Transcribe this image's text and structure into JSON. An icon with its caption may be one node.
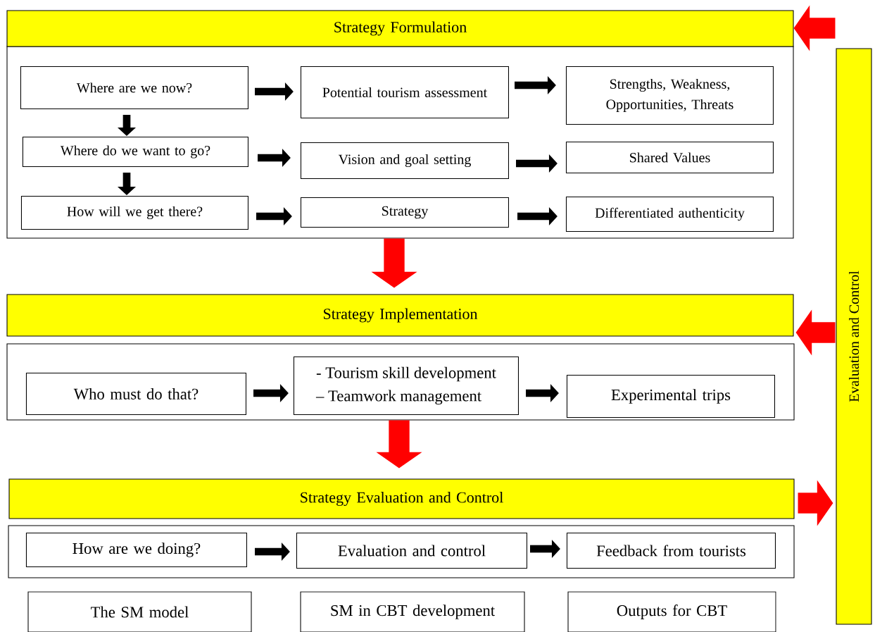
{
  "diagram": {
    "nodes": [
      {
        "text": [
          "Strategy Formulation"
        ]
      },
      {
        "text": [
          "Where are we now?"
        ],
        "in": 22
      },
      {
        "text": [
          "Potential tourism assessment"
        ],
        "in": 22
      },
      {
        "text": [
          "Strengths, Weakness, Opportunities, Threats"
        ],
        "in": 22
      },
      {
        "text": [
          "Where do we want to go?"
        ],
        "in": 22
      },
      {
        "text": [
          "Vision and goal setting"
        ],
        "in": 22
      },
      {
        "text": [
          "Shared Values"
        ],
        "in": 22
      },
      {
        "text": [
          "How will we get there?"
        ],
        "in": 22
      },
      {
        "text": [
          "Strategy"
        ],
        "in": 22
      },
      {
        "text": [
          "Differentiated authenticity"
        ],
        "in": 22
      },
      {
        "text": [
          "Strategy Implementation"
        ]
      },
      {
        "text": [
          "Who must do that?"
        ],
        "in": 23
      },
      {
        "text": [
          "- Tourism skill development",
          "– Teamwork management"
        ],
        "in": 23
      },
      {
        "text": [
          "Experimental trips"
        ],
        "in": 23
      },
      {
        "text": [
          "Strategy Evaluation and Control"
        ]
      },
      {
        "text": [
          "How are we doing?"
        ],
        "in": 24
      },
      {
        "text": [
          "Evaluation and control"
        ],
        "in": 24
      },
      {
        "text": [
          "Feedback from tourists"
        ],
        "in": 24
      },
      {
        "text": [
          "The SM model"
        ]
      },
      {
        "text": [
          "SM in CBT development"
        ]
      },
      {
        "text": [
          "Outputs for CBT"
        ]
      },
      {
        "text": [
          "Evaluation and Control"
        ]
      },
      {
        "text": [],
        "shape": "box"
      },
      {
        "text": [],
        "shape": "box"
      },
      {
        "text": [],
        "shape": "box"
      }
    ],
    "edges": [
      {
        "from": 1,
        "to": 2,
        "arrow": "to"
      },
      {
        "from": 2,
        "to": 3,
        "arrow": "to"
      },
      {
        "from": 1,
        "to": 4,
        "arrow": "to"
      },
      {
        "from": 4,
        "to": 5,
        "arrow": "to"
      },
      {
        "from": 5,
        "to": 6,
        "arrow": "to"
      },
      {
        "from": 4,
        "to": 7,
        "arrow": "to"
      },
      {
        "from": 7,
        "to": 8,
        "arrow": "to"
      },
      {
        "from": 8,
        "to": 9,
        "arrow": "to"
      },
      {
        "from": 11,
        "to": 12,
        "arrow": "to"
      },
      {
        "from": 12,
        "to": 13,
        "arrow": "to"
      },
      {
        "from": 15,
        "to": 16,
        "arrow": "to"
      },
      {
        "from": 16,
        "to": 17,
        "arrow": "to"
      },
      {
        "from": 22,
        "to": 10,
        "arrow": "to",
        "style": "thick",
        "color": "#ff0000"
      },
      {
        "from": 23,
        "to": 14,
        "arrow": "to",
        "style": "thick",
        "color": "#ff0000"
      },
      {
        "from": 14,
        "to": 21,
        "arrow": "to",
        "style": "thick",
        "color": "#ff0000"
      },
      {
        "from": 21,
        "to": 0,
        "arrow": "to",
        "style": "thick",
        "color": "#ff0000"
      },
      {
        "from": 21,
        "to": 10,
        "arrow": "to",
        "style": "thick",
        "color": "#ff0000"
      }
    ]
  }
}
